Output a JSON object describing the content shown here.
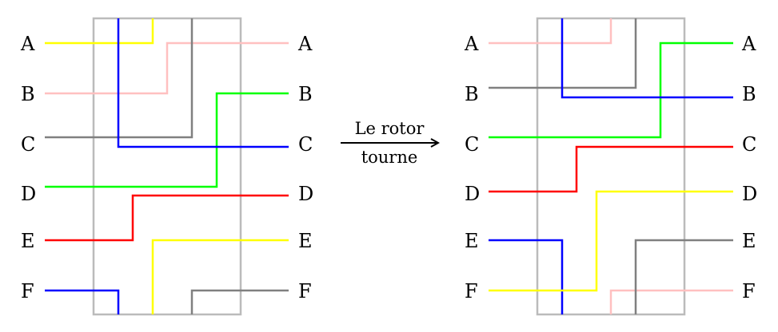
{
  "caption": {
    "line1": "Le rotor",
    "line2": "tourne"
  },
  "colors": {
    "frame": "#bbbbbb",
    "yellow": "#ffff00",
    "pink": "#ffc0c0",
    "gray": "#808080",
    "green": "#00ff00",
    "blue": "#0000ff",
    "red": "#ff0000",
    "arrow": "#000000"
  },
  "rotors": [
    {
      "id": "before",
      "left_labels": [
        "A",
        "B",
        "C",
        "D",
        "E",
        "F"
      ],
      "right_labels": [
        "A",
        "B",
        "C",
        "D",
        "E",
        "F"
      ],
      "wires": [
        {
          "color": "yellow",
          "from": "A",
          "to": "E"
        },
        {
          "color": "pink",
          "from": "B",
          "to": "A"
        },
        {
          "color": "gray",
          "from": "C",
          "to": "F"
        },
        {
          "color": "green",
          "from": "D",
          "to": "B"
        },
        {
          "color": "red",
          "from": "E",
          "to": "D"
        },
        {
          "color": "blue",
          "from": "F",
          "to": "C"
        }
      ]
    },
    {
      "id": "after",
      "left_labels": [
        "A",
        "B",
        "C",
        "D",
        "E",
        "F"
      ],
      "right_labels": [
        "A",
        "B",
        "C",
        "D",
        "E",
        "F"
      ],
      "wires": [
        {
          "color": "pink",
          "from": "A",
          "to": "F"
        },
        {
          "color": "gray",
          "from": "B",
          "to": "E"
        },
        {
          "color": "green",
          "from": "C",
          "to": "A"
        },
        {
          "color": "red",
          "from": "D",
          "to": "C"
        },
        {
          "color": "blue",
          "from": "E",
          "to": "B"
        },
        {
          "color": "yellow",
          "from": "F",
          "to": "D"
        }
      ]
    }
  ]
}
